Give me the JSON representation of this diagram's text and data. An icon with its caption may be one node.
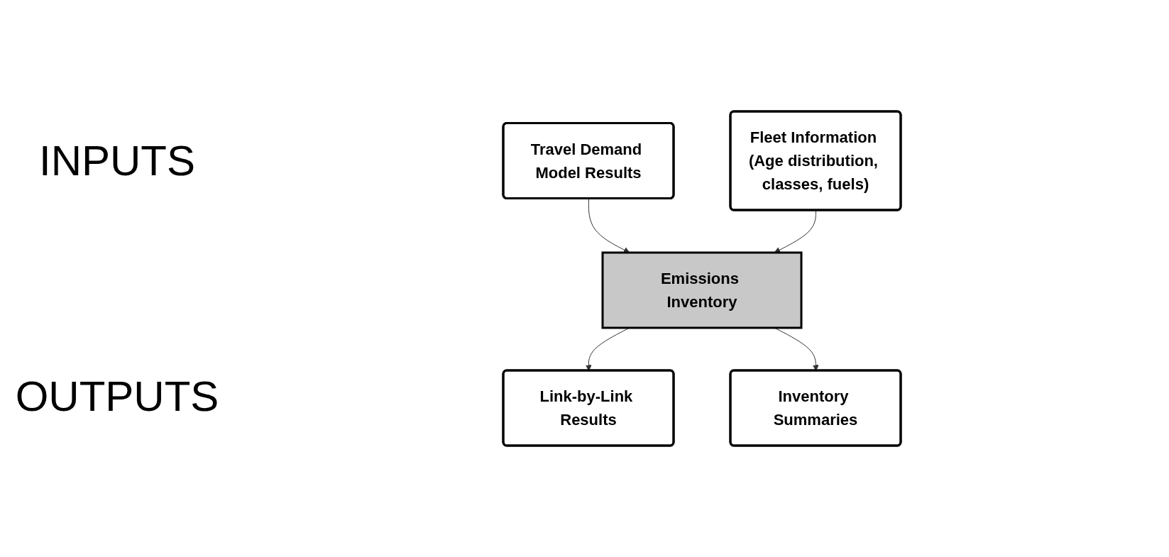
{
  "diagram": {
    "nodes": [
      {
        "text": [
          "Travel Demand Model Results"
        ]
      },
      {
        "text": [
          "Fleet Information (Age distribution, classes, fuels)"
        ]
      },
      {
        "text": [
          "Emissions Inventory"
        ]
      },
      {
        "text": [
          "Link-by-Link Results"
        ]
      },
      {
        "text": [
          "Inventory Summaries"
        ]
      }
    ],
    "edges": [
      {
        "from": 0,
        "to": 2,
        "arrow": "to"
      },
      {
        "from": 1,
        "to": 2,
        "arrow": "to"
      },
      {
        "from": 2,
        "to": 3,
        "arrow": "to"
      },
      {
        "from": 2,
        "to": 4,
        "arrow": "to"
      }
    ],
    "labels": [
      "INPUTS",
      "OUTPUTS"
    ]
  }
}
